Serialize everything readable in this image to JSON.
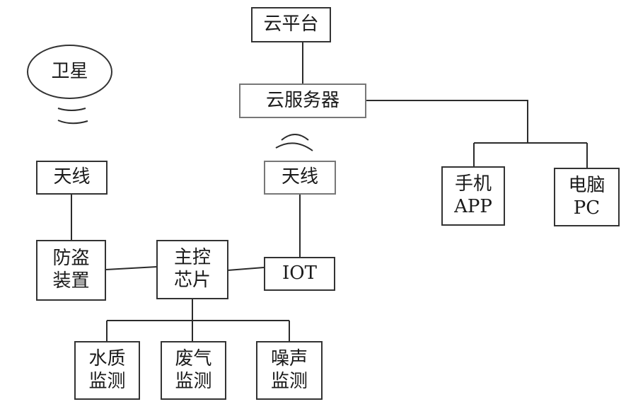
{
  "diagram": {
    "nodes": {
      "cloud_platform": {
        "lines": [
          "云平台"
        ]
      },
      "cloud_server": {
        "lines": [
          "云服务器"
        ]
      },
      "satellite": {
        "lines": [
          "卫星"
        ]
      },
      "antenna_left": {
        "lines": [
          "天线"
        ]
      },
      "antenna_right": {
        "lines": [
          "天线"
        ]
      },
      "anti_theft": {
        "lines": [
          "防盗",
          "装置"
        ]
      },
      "main_chip": {
        "lines": [
          "主控",
          "芯片"
        ]
      },
      "iot": {
        "lines": [
          "IOT"
        ]
      },
      "phone_app": {
        "lines": [
          "手机",
          "APP"
        ]
      },
      "computer_pc": {
        "lines": [
          "电脑",
          "PC"
        ]
      },
      "water_quality": {
        "lines": [
          "水质",
          "监测"
        ]
      },
      "exhaust_gas": {
        "lines": [
          "废气",
          "监测"
        ]
      },
      "noise": {
        "lines": [
          "噪声",
          "监测"
        ]
      }
    }
  }
}
